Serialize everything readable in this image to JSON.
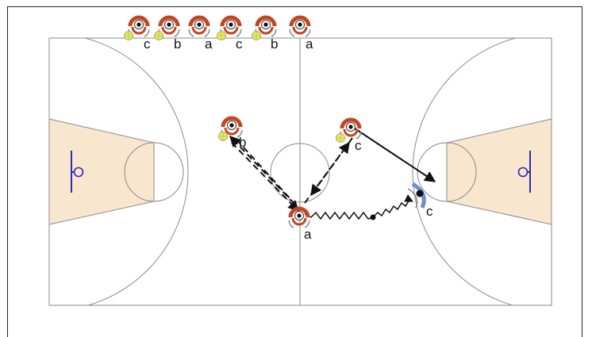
{
  "colors": {
    "court_line": "#8a8a8a",
    "paint_fill": "#f8e6cf",
    "hoop": "#2b2bb8",
    "player_head": "#c8441e",
    "ball": "#e8ef3a",
    "defender": "#6a8fd0",
    "pass_line": "#111111"
  },
  "labels": {
    "queue": [
      "c",
      "b",
      "a",
      "c",
      "b",
      "a"
    ],
    "wing_left": "b",
    "wing_right": "c",
    "point": "a",
    "corner": "c"
  },
  "icons": {
    "player": "player-icon",
    "ball": "ball-icon",
    "defender": "defender-icon",
    "hoop": "hoop-icon"
  }
}
